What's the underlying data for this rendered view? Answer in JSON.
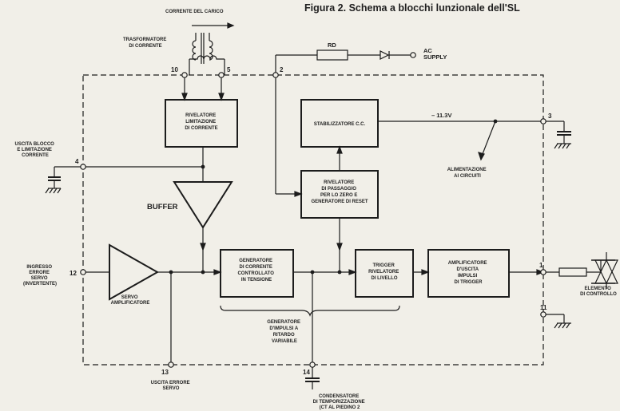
{
  "title": "Figura 2. Schema a blocchi lunzionale dell'SL",
  "labels": {
    "corrente_carico": "CORRENTE DEL CARICO",
    "trasformatore": [
      "TRASFORMATORE",
      "DI CORRENTE"
    ],
    "ac_supply": [
      "AC",
      "SUPPLY"
    ],
    "rd": "RD",
    "voltage": "– 11.3V",
    "alimentazione": [
      "ALIMENTAZIONE",
      "AI CIRCUITI"
    ],
    "uscita_blocco": [
      "USCITA BLOCCO",
      "E LIMITAZIONE",
      "CORRENTE"
    ],
    "buffer": "BUFFER",
    "ingresso": [
      "INGRESSO",
      "ERRORE",
      "SERVO",
      "(INVERTENTE)"
    ],
    "servo_amp": [
      "SERVO",
      "AMPLIFICATORE"
    ],
    "gen_impulsi": [
      "GENERATORE",
      "D'IMPULSI A",
      "RITARDO",
      "VARIABILE"
    ],
    "elemento": [
      "ELEMENTO",
      "DI CONTROLLO"
    ],
    "uscita_errore": [
      "USCITA ERRORE",
      "SERVO"
    ],
    "condensatore": [
      "CONDENSATORE",
      "DI TEMPORIZZAZIONE",
      "(CT AL PIEDINO 2"
    ]
  },
  "blocks": {
    "rivelatore_limitazione": [
      "RIVELATORE",
      "LIMITAZIONE",
      "DI CORRENTE"
    ],
    "stabilizzatore": [
      "STABILIZZATORE C.C."
    ],
    "rivelatore_passaggio": [
      "RIVELATORE",
      "DI PASSAGGIO",
      "PER LO ZERO E",
      "GENERATORE DI RESET"
    ],
    "generatore_corrente": [
      "GENERATORE",
      "DI CORRENTE",
      "CONTROLLATO",
      "IN TENSIONE"
    ],
    "trigger": [
      "TRIGGER",
      "RIVELATORE",
      "DI LIVELLO"
    ],
    "amplificatore_uscita": [
      "AMPLIFICATORE",
      "D'USCITA",
      "IMPULSI",
      "DI TRIGGER"
    ]
  },
  "pins": {
    "p10": "10",
    "p5": "5",
    "p2": "2",
    "p3": "3",
    "p4": "4",
    "p12": "12",
    "p1": "1",
    "p11": "11",
    "p13": "13",
    "p14": "14"
  }
}
